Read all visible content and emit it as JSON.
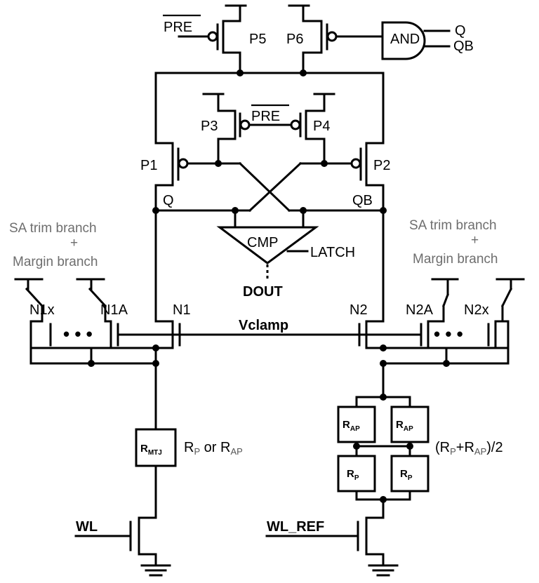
{
  "diagram": {
    "transistors": {
      "p5": "P5",
      "p6": "P6",
      "p3": "P3",
      "p4": "P4",
      "p1": "P1",
      "p2": "P2",
      "n1": "N1",
      "n2": "N2",
      "n1x": "N1x",
      "n1a": "N1A",
      "n2a": "N2A",
      "n2x": "N2x"
    },
    "signals": {
      "pre_top": "PRE",
      "pre_mid": "PRE",
      "q_out": "Q",
      "qb_out": "QB",
      "q_node": "Q",
      "qb_node": "QB",
      "latch": "LATCH",
      "dout": "DOUT",
      "vclamp": "Vclamp",
      "wl": "WL",
      "wl_ref": "WL_REF"
    },
    "gates": {
      "and": "AND",
      "cmp": "CMP"
    },
    "branches": {
      "left": {
        "line1": "SA trim branch",
        "plus": "+",
        "line2": "Margin branch"
      },
      "right": {
        "line1": "SA trim branch",
        "plus": "+",
        "line2": "Margin branch"
      }
    },
    "resistors": {
      "mtj": {
        "main": "R",
        "sub": "MTJ"
      },
      "ap1": {
        "main": "R",
        "sub": "AP"
      },
      "ap2": {
        "main": "R",
        "sub": "AP"
      },
      "p1": {
        "main": "R",
        "sub": "P"
      },
      "p2": {
        "main": "R",
        "sub": "P"
      }
    },
    "annotations": {
      "mtj_value": {
        "a": "R",
        "a_sub": "P",
        "or": " or R",
        "b_sub": "AP"
      },
      "ref_value": {
        "open": "(R",
        "a_sub": "P",
        "plus": "+R",
        "b_sub": "AP",
        "close": ")/2"
      }
    },
    "ellipsis": "• • •"
  }
}
